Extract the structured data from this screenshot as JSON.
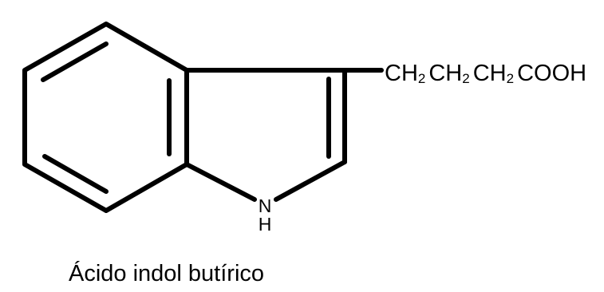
{
  "molecule": {
    "ring_nitrogen": "N",
    "ring_nitrogen_hydrogen": "H",
    "side_chain": [
      {
        "symbol": "CH",
        "subscript": "2"
      },
      {
        "symbol": "CH",
        "subscript": "2"
      },
      {
        "symbol": "CH",
        "subscript": "2"
      },
      {
        "symbol": "COOH",
        "subscript": ""
      }
    ]
  },
  "caption": "Ácido indol butírico"
}
